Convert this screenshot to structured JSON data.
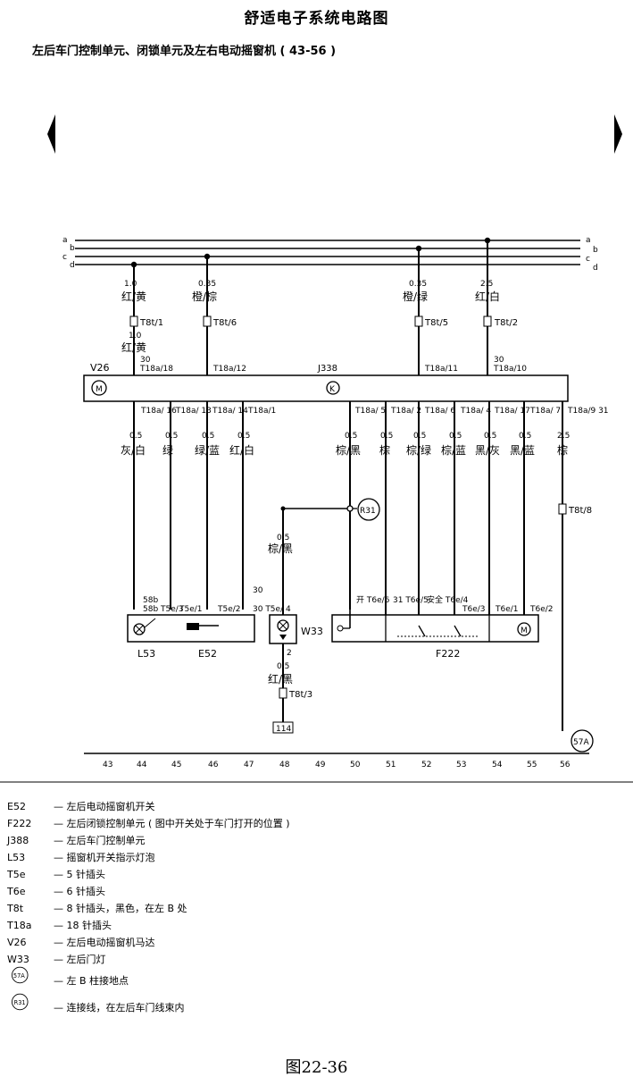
{
  "title": "舒适电子系统电路图",
  "subtitle": "左后车门控制单元、闭锁单元及左右电动摇窗机 ( 43-56 )",
  "nav": {
    "prev_icon": "left-arrow-icon",
    "next_icon": "right-arrow-icon"
  },
  "buses": [
    "a",
    "b",
    "c",
    "d"
  ],
  "upper_wires": [
    {
      "id": "w44",
      "size": "1.0",
      "color": "红/黄",
      "connector": "T8t/1",
      "size2": "1.0",
      "color2": "红/黄",
      "term": "30",
      "pin": "T18a/18"
    },
    {
      "id": "w46",
      "size": "0.35",
      "color": "橙/棕",
      "connector": "T8t/6",
      "pin": "T18a/12"
    },
    {
      "id": "w52",
      "size": "0.35",
      "color": "橙/绿",
      "connector": "T8t/5",
      "pin": "T18a/11"
    },
    {
      "id": "w54",
      "size": "2.5",
      "color": "红/白",
      "connector": "T8t/2",
      "term": "30",
      "pin": "T18a/10"
    }
  ],
  "module": {
    "label_v26": "V26",
    "label_j": "J338",
    "symbol": "K"
  },
  "lower_pins": [
    {
      "id": "p44",
      "pin": "T18a/ 16",
      "size": "0.5",
      "color": "灰/白"
    },
    {
      "id": "p45",
      "pin": "T18a/ 13",
      "size": "0.5",
      "color": "绿"
    },
    {
      "id": "p46",
      "pin": "T18a/ 14",
      "size": "0.5",
      "color": "绿/蓝"
    },
    {
      "id": "p47",
      "pin": "T18a/1",
      "size": "0.5",
      "color": "红/白"
    },
    {
      "id": "p50",
      "pin": "T18a/ 5",
      "size": "0.5",
      "color": "棕/黑"
    },
    {
      "id": "p51",
      "pin": "T18a/ 2",
      "size": "0.5",
      "color": "棕"
    },
    {
      "id": "p52",
      "pin": "T18a/ 6",
      "size": "0.5",
      "color": "棕/绿"
    },
    {
      "id": "p53",
      "pin": "T18a/ 4",
      "size": "0.5",
      "color": "棕/蓝"
    },
    {
      "id": "p54",
      "pin": "T18a/ 17",
      "size": "0.5",
      "color": "黑/灰"
    },
    {
      "id": "p55",
      "pin": "T18a/ 7",
      "size": "0.5",
      "color": "黑/蓝"
    },
    {
      "id": "p56",
      "pin": "T18a/9 31",
      "size": "2.5",
      "color": "棕"
    }
  ],
  "w56_connector": "T8t/8",
  "r31": "R31",
  "w48": {
    "size": "0.5",
    "color": "棕/黑",
    "term": "2",
    "size2": "0.5",
    "color2": "红/黑",
    "connector": "T8t/3",
    "ref_box": "114"
  },
  "e52_block": {
    "pins": [
      "58b T5e/3",
      "T5e/1",
      "T5e/2",
      "30 T5e/ 4"
    ],
    "label_l53": "L53",
    "label_e52": "E52"
  },
  "w33": {
    "label": "W33"
  },
  "f222_block": {
    "pins": [
      "开 T6e/6",
      "31 T6e/5",
      "安全 T6e/4",
      "T6e/3",
      "T6e/1",
      "T6e/2"
    ],
    "label": "F222"
  },
  "ground": "57A",
  "columns": [
    "43",
    "44",
    "45",
    "46",
    "47",
    "48",
    "49",
    "50",
    "51",
    "52",
    "53",
    "54",
    "55",
    "56"
  ],
  "legend": [
    {
      "code": "E52",
      "desc": "— 左后电动摇窗机开关"
    },
    {
      "code": "F222",
      "desc": "— 左后闭锁控制单元 ( 图中开关处于车门打开的位置 )"
    },
    {
      "code": "J388",
      "desc": "— 左后车门控制单元"
    },
    {
      "code": "L53",
      "desc": "— 摇窗机开关指示灯泡"
    },
    {
      "code": "T5e",
      "desc": "— 5 针插头"
    },
    {
      "code": "T6e",
      "desc": "— 6 针插头"
    },
    {
      "code": "T8t",
      "desc": "— 8 针插头，黑色，在左 B 处"
    },
    {
      "code": "T18a",
      "desc": "— 18 针插头"
    },
    {
      "code": "V26",
      "desc": "— 左后电动摇窗机马达"
    },
    {
      "code": "W33",
      "desc": "— 左后门灯"
    }
  ],
  "legend_symbols": [
    {
      "code": "57A",
      "desc": "— 左 B 柱接地点"
    },
    {
      "code": "R31",
      "desc": "— 连接线，在左后车门线束内"
    }
  ],
  "caption": "图22-36"
}
